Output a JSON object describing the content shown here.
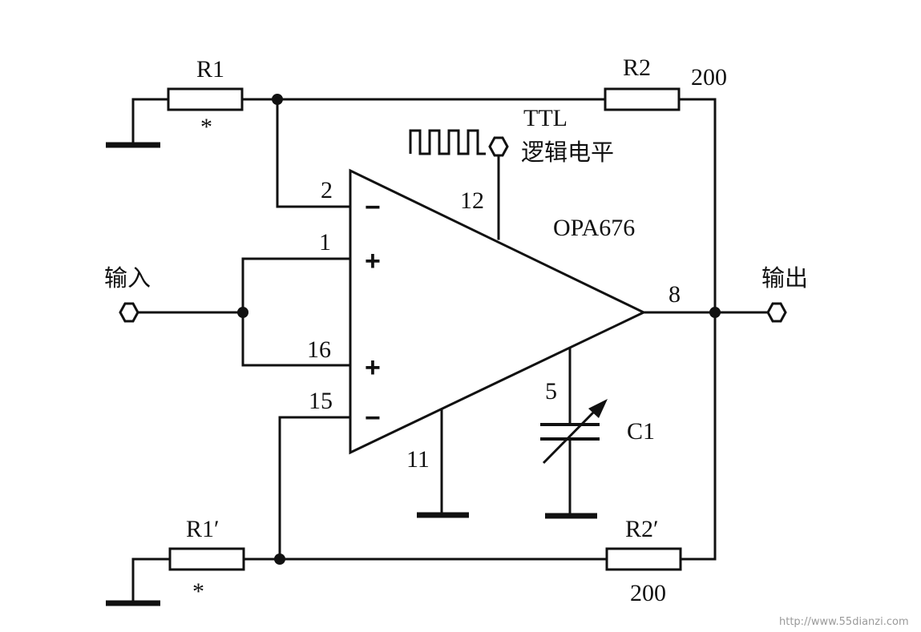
{
  "components": {
    "r1": {
      "name": "R1",
      "note": "*"
    },
    "r2": {
      "name": "R2",
      "value": "200"
    },
    "r1_prime": {
      "name": "R1′",
      "note": "*"
    },
    "r2_prime": {
      "name": "R2′",
      "value": "200"
    },
    "c1": {
      "name": "C1"
    },
    "opamp": {
      "name": "OPA676"
    }
  },
  "pins": {
    "p2": "2",
    "p1": "1",
    "p16": "16",
    "p15": "15",
    "p12": "12",
    "p11": "11",
    "p8": "8",
    "p5": "5"
  },
  "signs": {
    "minus": "−",
    "plus": "+"
  },
  "labels": {
    "input": "输入",
    "output": "输出",
    "ttl": "TTL",
    "logic_level": "逻辑电平"
  },
  "watermark": "http://www.55dianzi.com"
}
